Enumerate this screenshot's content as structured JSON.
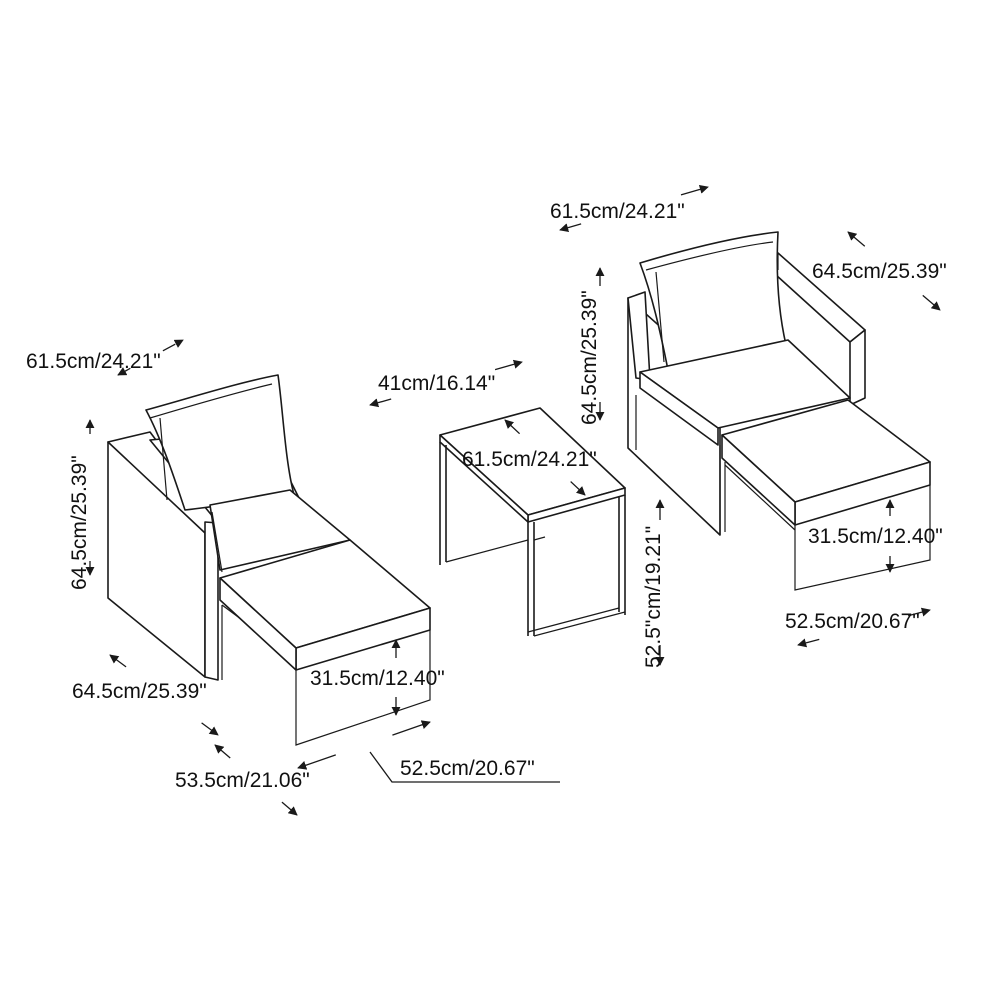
{
  "dimensions": {
    "left_back_width": "61.5cm/24.21\"",
    "left_height": "64.5cm/25.39\"",
    "left_depth": "64.5cm/25.39\"",
    "left_ottoman_width": "53.5cm/21.06\"",
    "left_ottoman_length": "52.5cm/20.67\"",
    "left_ottoman_height": "31.5cm/12.40\"",
    "table_width": "41cm/16.14\"",
    "table_length": "61.5cm/24.21\"",
    "table_height": "52.5\"cm/19.21\"",
    "right_back_width": "61.5cm/24.21\"",
    "right_height": "64.5cm/25.39\"",
    "right_depth": "64.5cm/25.39\"",
    "right_ottoman_height": "31.5cm/12.40\"",
    "right_ottoman_length": "52.5cm/20.67\""
  },
  "colors": {
    "line": "#1a1a1a",
    "background": "#ffffff"
  }
}
